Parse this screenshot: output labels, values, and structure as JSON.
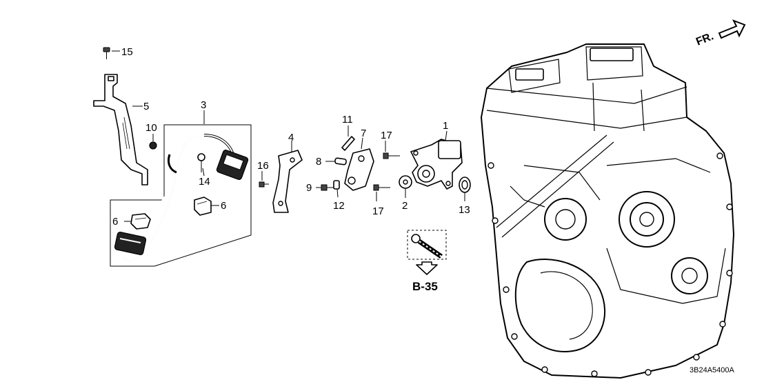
{
  "direction_label": "FR.",
  "reference_label": "B-35",
  "diagram_code": "3B24A5400A",
  "callouts": {
    "c1": "1",
    "c2": "2",
    "c3": "3",
    "c4": "4",
    "c5": "5",
    "c6a": "6",
    "c6b": "6",
    "c7": "7",
    "c8": "8",
    "c9": "9",
    "c10": "10",
    "c11": "11",
    "c12": "12",
    "c13": "13",
    "c14": "14",
    "c15": "15",
    "c16": "16",
    "c17a": "17",
    "c17b": "17"
  }
}
